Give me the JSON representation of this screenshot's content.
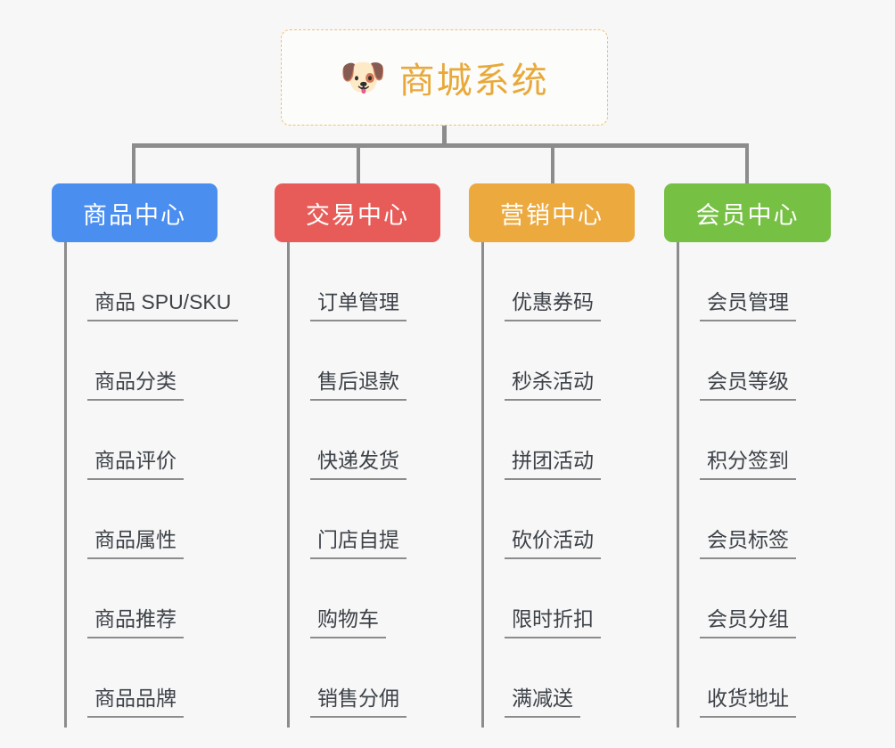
{
  "root": {
    "icon": "dog-face-icon",
    "emoji": "🐶",
    "title": "商城系统",
    "color": "#e8a93a",
    "border_color": "#f0c070"
  },
  "colors": {
    "background": "#f7f7f7",
    "connector": "#8c8c8c",
    "leaf_text": "#3d4248"
  },
  "columns": [
    {
      "title": "商品中心",
      "color": "#4a8ef0",
      "items": [
        "商品 SPU/SKU",
        "商品分类",
        "商品评价",
        "商品属性",
        "商品推荐",
        "商品品牌"
      ]
    },
    {
      "title": "交易中心",
      "color": "#e75c58",
      "items": [
        "订单管理",
        "售后退款",
        "快递发货",
        "门店自提",
        "购物车",
        "销售分佣"
      ]
    },
    {
      "title": "营销中心",
      "color": "#eca93e",
      "items": [
        "优惠券码",
        "秒杀活动",
        "拼团活动",
        "砍价活动",
        "限时折扣",
        "满减送"
      ]
    },
    {
      "title": "会员中心",
      "color": "#76c043",
      "items": [
        "会员管理",
        "会员等级",
        "积分签到",
        "会员标签",
        "会员分组",
        "收货地址"
      ]
    }
  ]
}
